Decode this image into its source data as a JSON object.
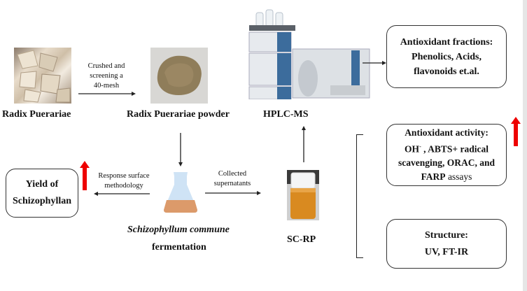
{
  "nodes": {
    "radix_puerariae": "Radix Puerariae",
    "radix_powder": "Radix Puerariae powder",
    "hplc_ms": "HPLC-MS",
    "fermentation_species": "Schizophyllum commune",
    "fermentation_word": "fermentation",
    "sc_rp": "SC-RP"
  },
  "edges": {
    "crush_line1": "Crushed and",
    "crush_line2": "screening a",
    "crush_line3": "40-mesh",
    "rsm_line1": "Response surface",
    "rsm_line2": "methodology",
    "collect_line1": "Collected",
    "collect_line2": "supernatants"
  },
  "boxes": {
    "fractions": [
      "Antioxidant fractions:",
      "Phenolics, Acids,",
      "flavonoids et.al."
    ],
    "activity": {
      "line1": "Antioxidant activity:",
      "line2_main": "OH",
      "line2_sup": "-",
      "line2_rest": " , ABTS+ radical",
      "line3": "scavenging, ORAC, and",
      "line4_bold": "FARP",
      "line4_rest": " assays"
    },
    "structure": [
      "Structure:",
      "UV, FT-IR"
    ],
    "yield": [
      "Yield of",
      "Schizophyllan"
    ]
  },
  "colors": {
    "up_arrow": "#ee0000",
    "liquid": "#dc9a6a",
    "flask_glass": "#cfe3f5"
  }
}
